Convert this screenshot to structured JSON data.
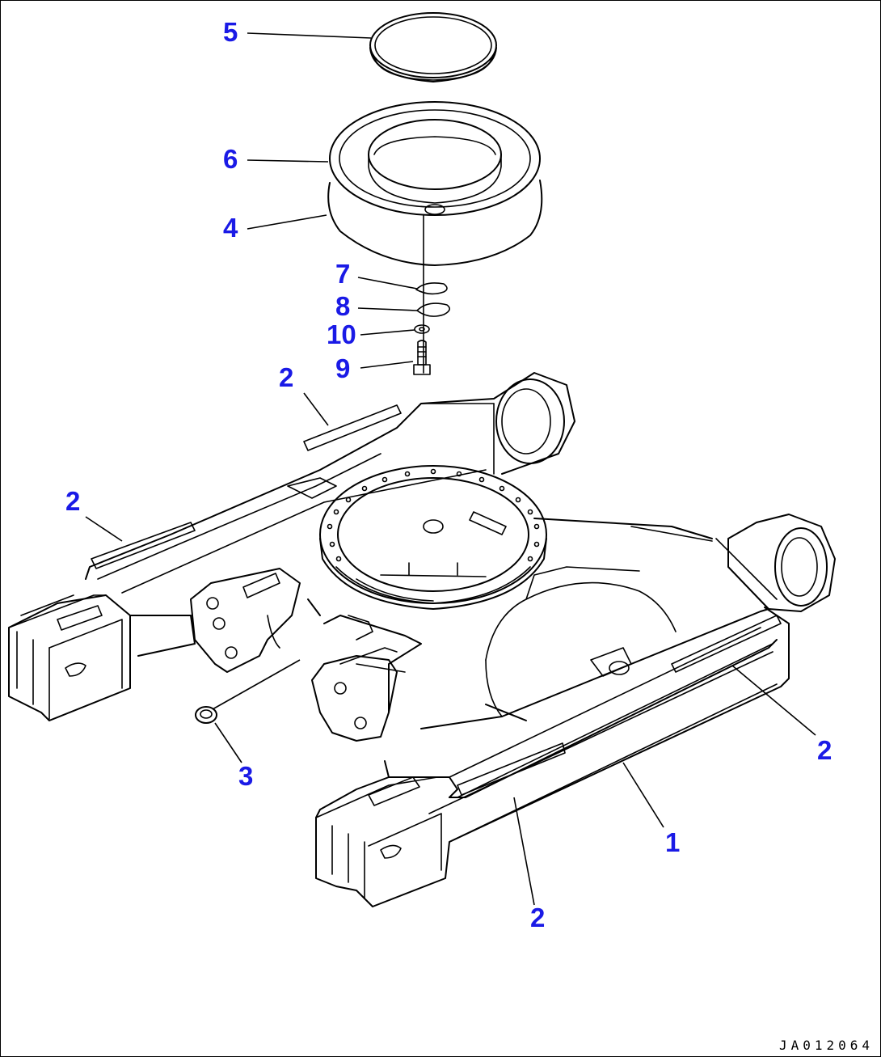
{
  "callouts": {
    "c5": "5",
    "c6": "6",
    "c4": "4",
    "c7": "7",
    "c8": "8",
    "c10": "10",
    "c9": "9",
    "c2_top": "2",
    "c2_left": "2",
    "c3": "3",
    "c2_right": "2",
    "c1": "1",
    "c2_bottom": "2"
  },
  "drawing_code": "JA012064",
  "colors": {
    "callout": "#1a1ae6",
    "line": "#000000",
    "background": "#ffffff"
  }
}
